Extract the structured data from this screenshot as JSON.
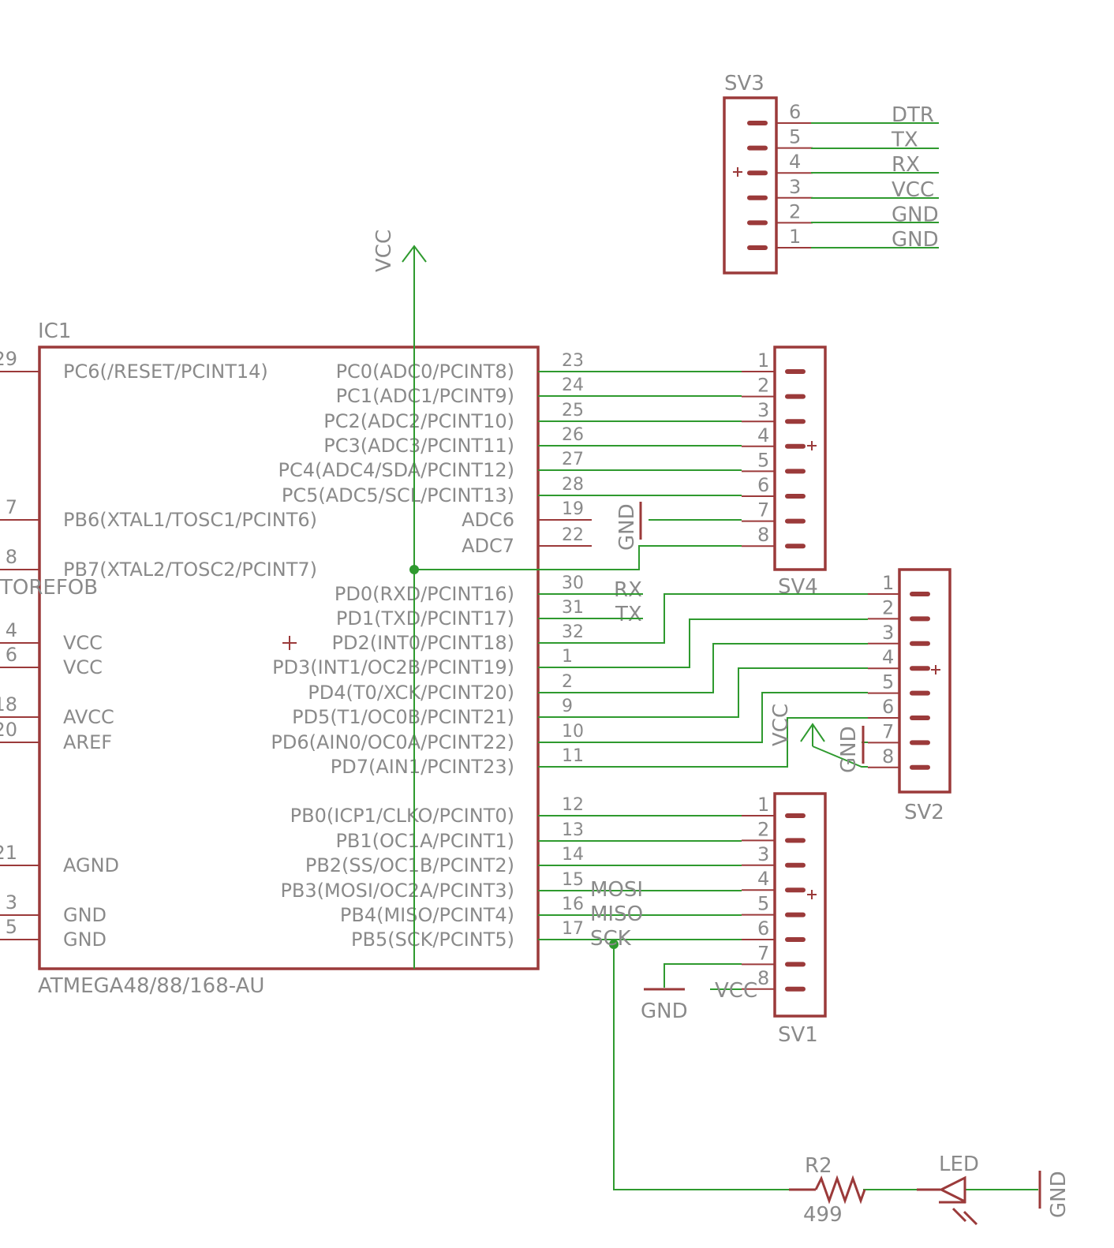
{
  "ic1": {
    "name": "IC1",
    "value": "ATMEGA48/88/168-AU",
    "partial_label": "TOREFOB",
    "left_pins": [
      {
        "num": "29",
        "label": "PC6(/RESET/PCINT14)"
      },
      {
        "num": "7",
        "label": "PB6(XTAL1/TOSC1/PCINT6)"
      },
      {
        "num": "8",
        "label": "PB7(XTAL2/TOSC2/PCINT7)"
      },
      {
        "num": "4",
        "label": "VCC"
      },
      {
        "num": "6",
        "label": "VCC"
      },
      {
        "num": "18",
        "label": "AVCC"
      },
      {
        "num": "20",
        "label": "AREF"
      },
      {
        "num": "21",
        "label": "AGND"
      },
      {
        "num": "3",
        "label": "GND"
      },
      {
        "num": "5",
        "label": "GND"
      }
    ],
    "right_pins": [
      {
        "num": "23",
        "label": "PC0(ADC0/PCINT8)"
      },
      {
        "num": "24",
        "label": "PC1(ADC1/PCINT9)"
      },
      {
        "num": "25",
        "label": "PC2(ADC2/PCINT10)"
      },
      {
        "num": "26",
        "label": "PC3(ADC3/PCINT11)"
      },
      {
        "num": "27",
        "label": "PC4(ADC4/SDA/PCINT12)"
      },
      {
        "num": "28",
        "label": "PC5(ADC5/SCL/PCINT13)"
      },
      {
        "num": "19",
        "label": "ADC6"
      },
      {
        "num": "22",
        "label": "ADC7"
      },
      {
        "num": "30",
        "label": "PD0(RXD/PCINT16)"
      },
      {
        "num": "31",
        "label": "PD1(TXD/PCINT17)"
      },
      {
        "num": "32",
        "label": "PD2(INT0/PCINT18)"
      },
      {
        "num": "1",
        "label": "PD3(INT1/OC2B/PCINT19)"
      },
      {
        "num": "2",
        "label": "PD4(T0/XCK/PCINT20)"
      },
      {
        "num": "9",
        "label": "PD5(T1/OC0B/PCINT21)"
      },
      {
        "num": "10",
        "label": "PD6(AIN0/OC0A/PCINT22)"
      },
      {
        "num": "11",
        "label": "PD7(AIN1/PCINT23)"
      },
      {
        "num": "12",
        "label": "PB0(ICP1/CLKO/PCINT0)"
      },
      {
        "num": "13",
        "label": "PB1(OC1A/PCINT1)"
      },
      {
        "num": "14",
        "label": "PB2(SS/OC1B/PCINT2)"
      },
      {
        "num": "15",
        "label": "PB3(MOSI/OC2A/PCINT3)"
      },
      {
        "num": "16",
        "label": "PB4(MISO/PCINT4)"
      },
      {
        "num": "17",
        "label": "PB5(SCK/PCINT5)"
      }
    ]
  },
  "sv3": {
    "name": "SV3",
    "pins": [
      "6",
      "5",
      "4",
      "3",
      "2",
      "1"
    ],
    "nets": [
      "DTR",
      "TX",
      "RX",
      "VCC",
      "GND",
      "GND"
    ]
  },
  "sv4": {
    "name": "SV4",
    "pins": [
      "1",
      "2",
      "3",
      "4",
      "5",
      "6",
      "7",
      "8"
    ]
  },
  "sv2": {
    "name": "SV2",
    "pins": [
      "1",
      "2",
      "3",
      "4",
      "5",
      "6",
      "7",
      "8"
    ]
  },
  "sv1": {
    "name": "SV1",
    "pins": [
      "1",
      "2",
      "3",
      "4",
      "5",
      "6",
      "7",
      "8"
    ]
  },
  "net_labels": {
    "rx": "RX",
    "tx": "TX",
    "mosi": "MOSI",
    "miso": "MISO",
    "sck": "SCK",
    "vcc_sv1": "VCC"
  },
  "supplies": {
    "vcc_top": "VCC",
    "gnd_sv4": "GND",
    "vcc_sv2": "VCC",
    "gnd_sv2": "GND",
    "gnd_sv1": "GND",
    "gnd_led": "GND"
  },
  "r2": {
    "name": "R2",
    "value": "499"
  },
  "led": {
    "name": "LED"
  }
}
